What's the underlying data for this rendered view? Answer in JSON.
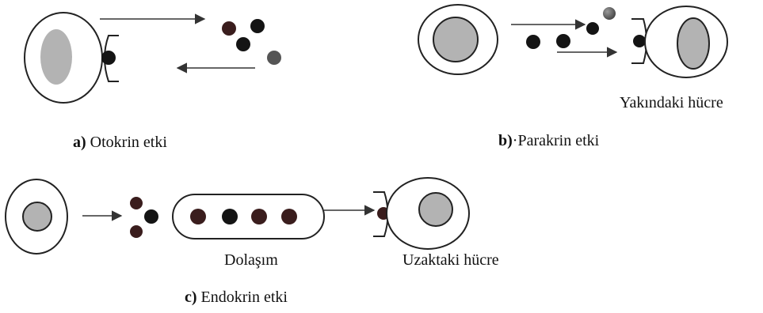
{
  "panels": {
    "a": {
      "letter": "a)",
      "name": "Otokrin etki"
    },
    "b": {
      "letter": "b)",
      "name": "·Parakrin etki",
      "target_label": "Yakındaki hücre"
    },
    "c": {
      "letter": "c)",
      "name": "Endokrin etki",
      "vessel_label": "Dolaşım",
      "target_label": "Uzaktaki hücre"
    }
  },
  "colors": {
    "cell_fill": "#ffffff",
    "cell_stroke": "#222222",
    "nucleus_fill": "#b3b3b3",
    "molecule_dark": "#141414",
    "molecule_red": "#3a1d1d",
    "molecule_grey": "#555555",
    "arrow": "#333333"
  }
}
